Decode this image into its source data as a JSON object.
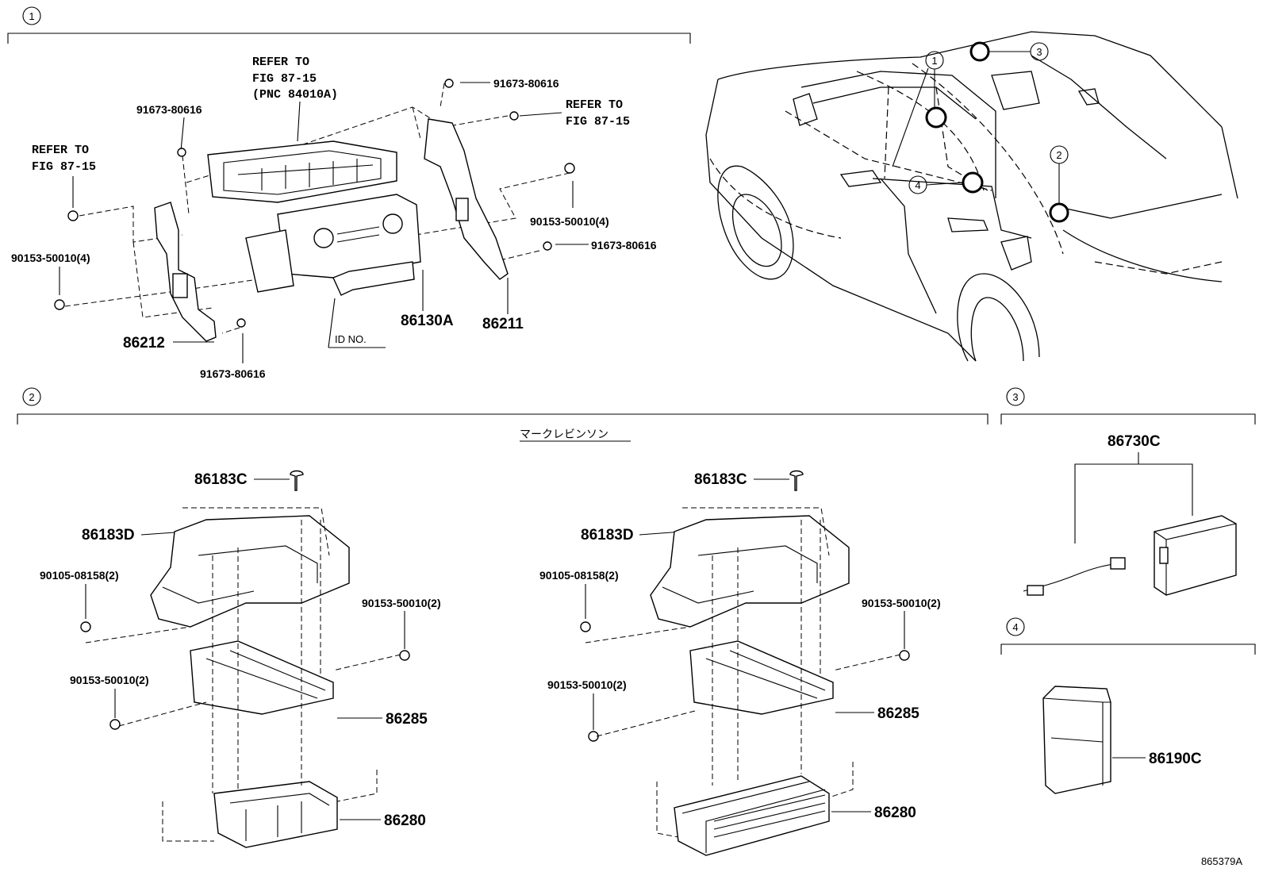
{
  "sections": {
    "s1": "1",
    "s2": "2",
    "s3": "3",
    "s4": "4"
  },
  "section1": {
    "ref_top_1": "REFER TO",
    "ref_top_2": "FIG 87-15",
    "ref_top_3": "(PNC 84010A)",
    "ref_left_1": "REFER TO",
    "ref_left_2": "FIG 87-15",
    "ref_right_1": "REFER TO",
    "ref_right_2": "FIG 87-15",
    "bolt_a": "91673-80616",
    "bolt_b": "91673-80616",
    "bolt_c": "91673-80616",
    "bolt_d": "91673-80616",
    "nut_left": "90153-50010(4)",
    "nut_right": "90153-50010(4)",
    "bracket_left": "86212",
    "bracket_right": "86211",
    "control": "86130A",
    "id_no": "ID NO."
  },
  "section2": {
    "subtitle": "マークレビンソン",
    "left": {
      "clip": "86183C",
      "cover": "86183D",
      "bolt": "90105-08158(2)",
      "nut_right": "90153-50010(2)",
      "nut_left": "90153-50010(2)",
      "bracket": "86285",
      "amp": "86280"
    },
    "right": {
      "clip": "86183C",
      "cover": "86183D",
      "bolt": "90105-08158(2)",
      "nut_right": "90153-50010(2)",
      "nut_left": "90153-50010(2)",
      "bracket": "86285",
      "amp": "86280"
    }
  },
  "section3": {
    "part": "86730C"
  },
  "section4": {
    "part": "86190C"
  },
  "car_callouts": {
    "c1": "1",
    "c2": "2",
    "c3": "3",
    "c4": "4"
  },
  "figure_id": "865379A"
}
